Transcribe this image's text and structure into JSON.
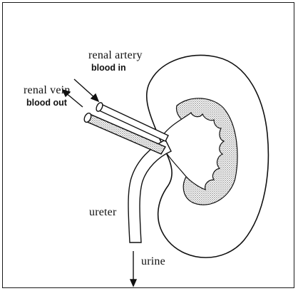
{
  "labels": {
    "renal_artery": "renal artery",
    "blood_in": "blood in",
    "renal_vein": "renal vein",
    "blood_out": "blood out",
    "ureter": "ureter",
    "urine": "urine"
  },
  "colors": {
    "stroke": "#111111",
    "stipple": "#9a9a9a",
    "background": "#ffffff"
  }
}
